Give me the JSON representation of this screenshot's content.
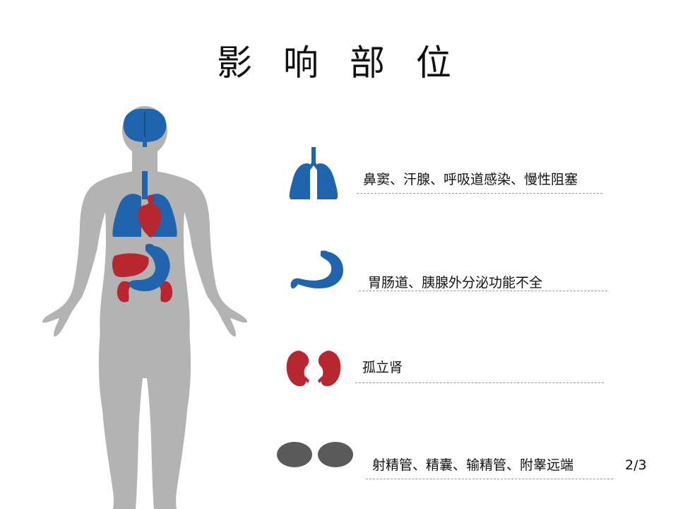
{
  "slide": {
    "title": "影 响 部 位",
    "page_number": "2/3"
  },
  "colors": {
    "body": "#b3b3b3",
    "blue": "#1f64ad",
    "red": "#b8262f",
    "gray": "#5a5a5a",
    "dash": "#9a9a9a"
  },
  "legend": [
    {
      "icon": "lungs-icon",
      "label": "鼻窦、汗腺、呼吸道感染、慢性阻塞"
    },
    {
      "icon": "stomach-icon",
      "label": "胃肠道、胰腺外分泌功能不全"
    },
    {
      "icon": "kidneys-icon",
      "label": "孤立肾"
    },
    {
      "icon": "testes-icon",
      "label": "射精管、精囊、输精管、附睾远端"
    }
  ]
}
